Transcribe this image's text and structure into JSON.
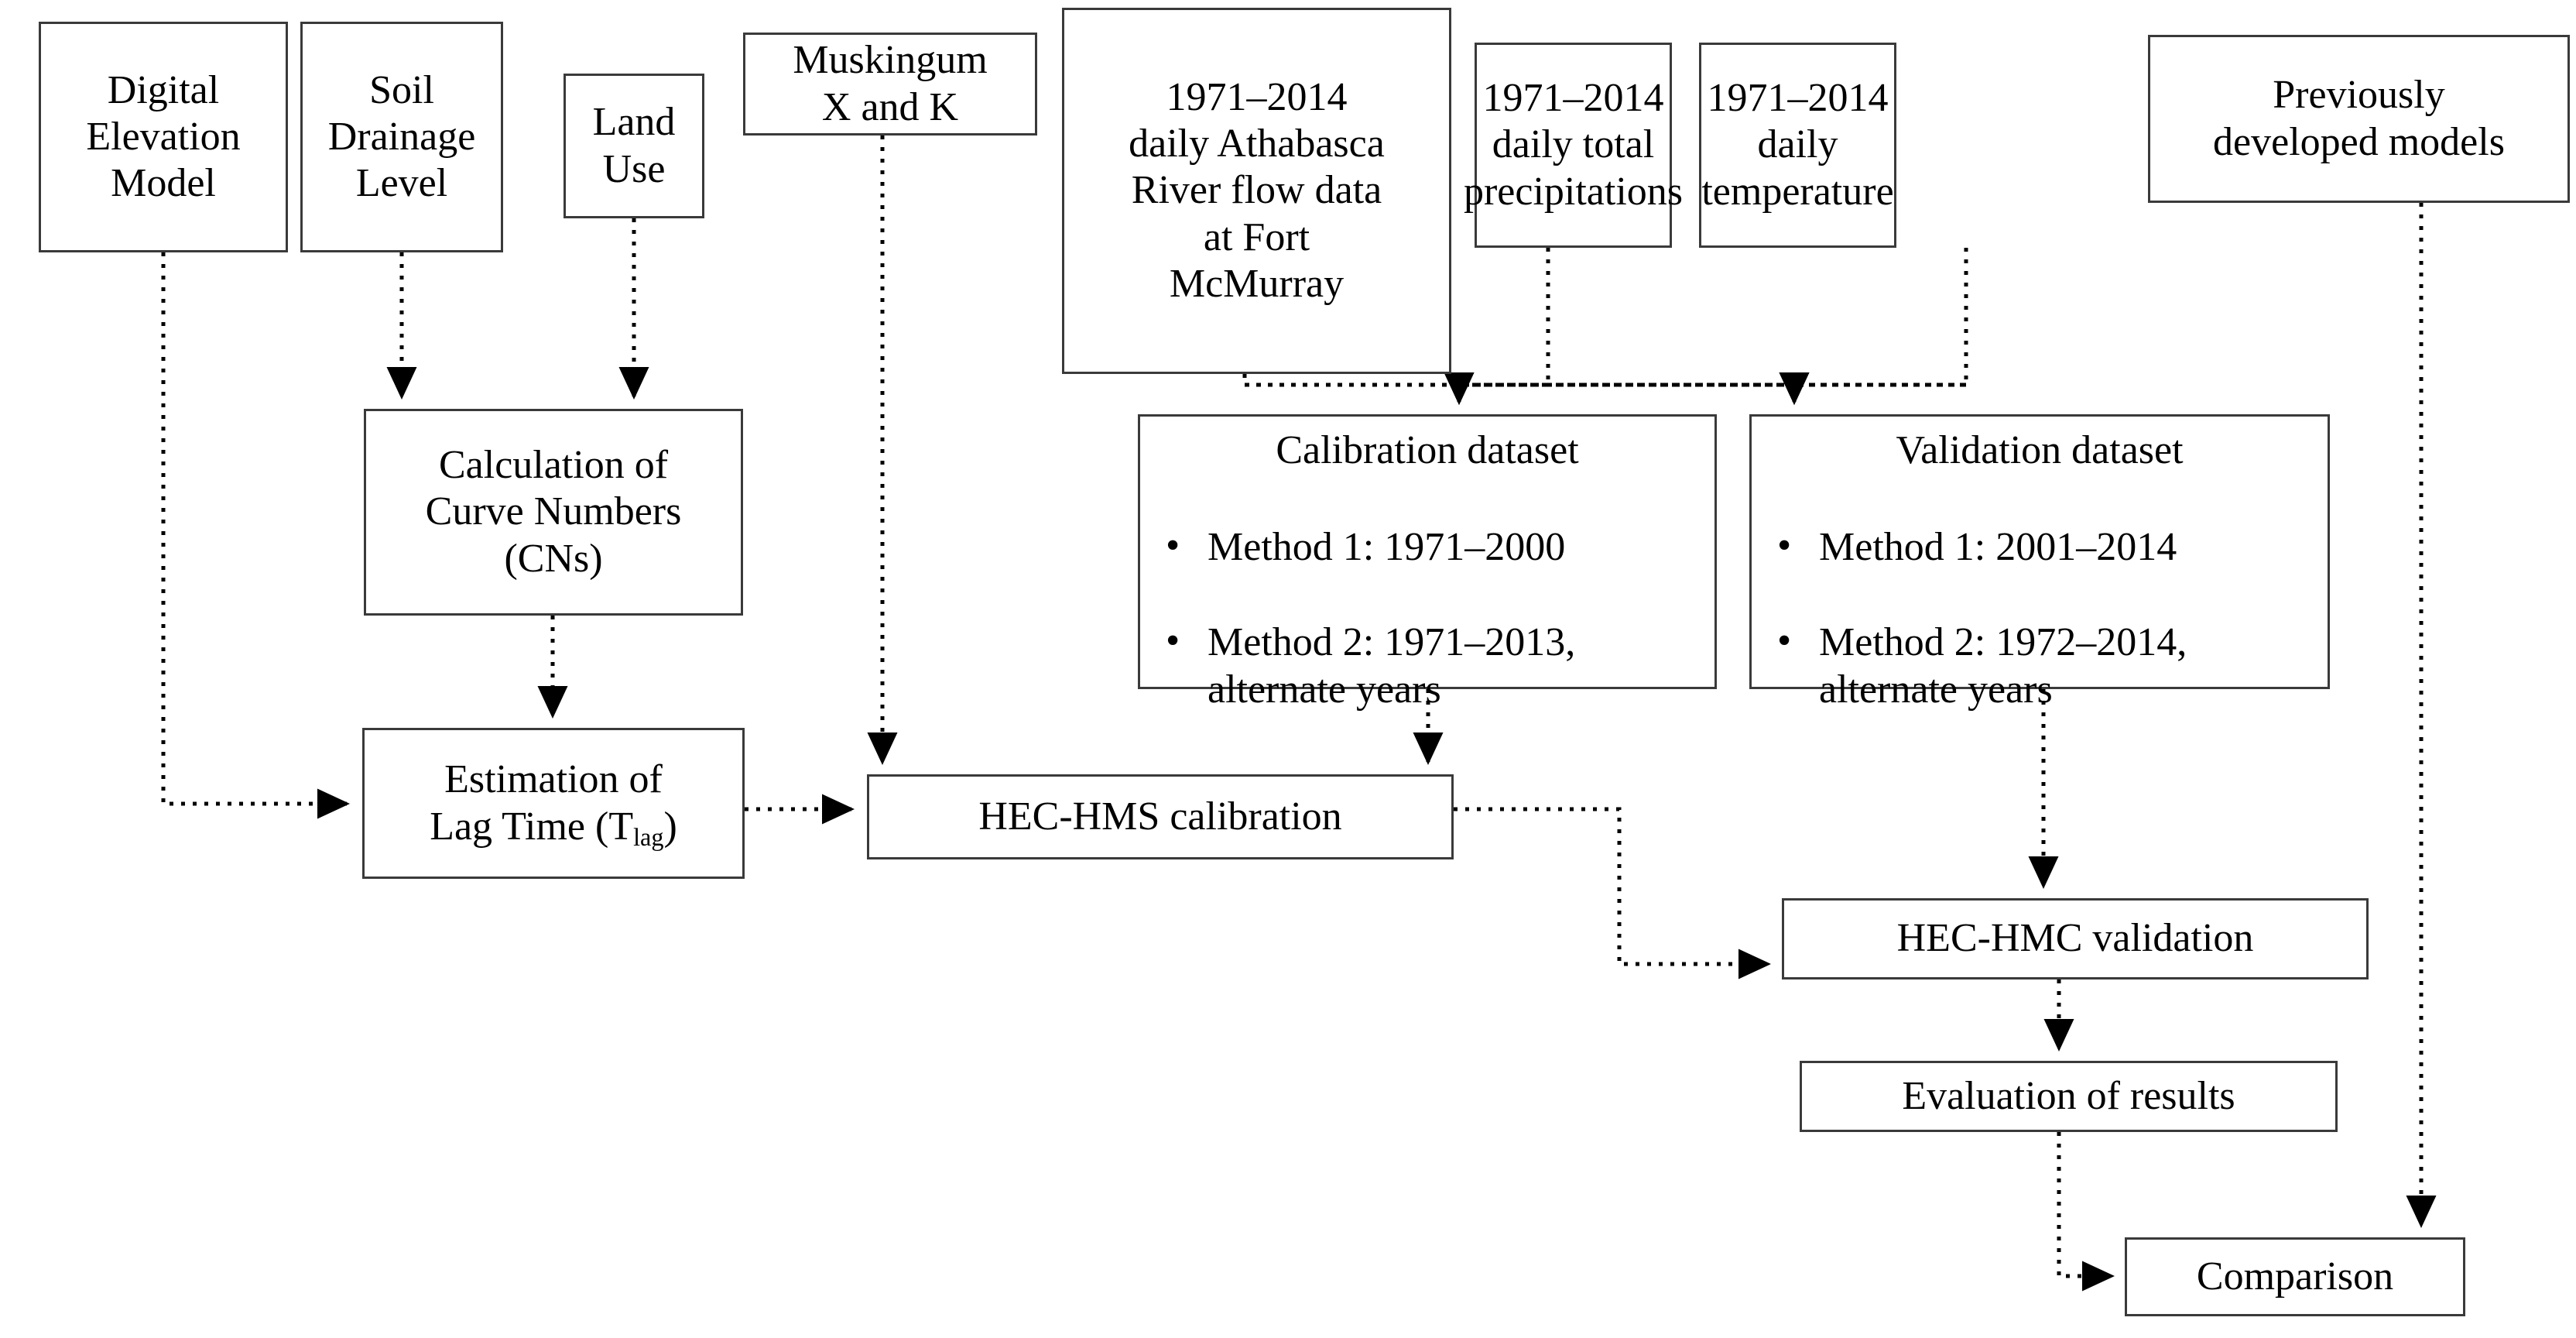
{
  "diagram": {
    "title": "HEC-HMS hydrological modelling methodology flowchart",
    "edge_style": "dotted",
    "edge_color": "#000000",
    "box_border_color": "#3a3a3a",
    "background": "#ffffff"
  },
  "nodes": {
    "dem": {
      "label": "Digital\nElevation\nModel"
    },
    "soil_drainage": {
      "label": "Soil\nDrainage\nLevel"
    },
    "land_use": {
      "label": "Land\nUse"
    },
    "muskingum": {
      "label": "Muskingum\nX and K"
    },
    "athabasca_flow": {
      "label": "1971–2014\ndaily Athabasca\nRiver flow data\nat Fort\nMcMurray"
    },
    "precipitation": {
      "label": "1971–2014\ndaily total\nprecipitations"
    },
    "temperature": {
      "label": "1971–2014\ndaily\ntemperature"
    },
    "previous_models": {
      "label": "Previously\ndeveloped models"
    },
    "curve_numbers": {
      "label": "Calculation of\nCurve Numbers\n(CNs)"
    },
    "lag_time": {
      "label_prefix": "Estimation of\nLag Time (T",
      "label_sub": "lag",
      "label_suffix": ")"
    },
    "calibration_dataset": {
      "title": "Calibration dataset",
      "bullets": [
        "Method 1: 1971–2000",
        "Method 2: 1971–2013, alternate years"
      ]
    },
    "validation_dataset": {
      "title": "Validation dataset",
      "bullets": [
        "Method 1: 2001–2014",
        "Method 2: 1972–2014, alternate years"
      ]
    },
    "hec_hms_calibration": {
      "label": "HEC-HMS calibration"
    },
    "hec_hmc_validation": {
      "label": "HEC-HMC validation"
    },
    "evaluation": {
      "label": "Evaluation of results"
    },
    "comparison": {
      "label": "Comparison"
    }
  },
  "edges": [
    {
      "from": "dem",
      "to": "lag_time"
    },
    {
      "from": "soil_drainage",
      "to": "curve_numbers"
    },
    {
      "from": "land_use",
      "to": "curve_numbers"
    },
    {
      "from": "curve_numbers",
      "to": "lag_time"
    },
    {
      "from": "muskingum",
      "to": "hec_hms_calibration"
    },
    {
      "from": "athabasca_flow",
      "to": "calibration_dataset"
    },
    {
      "from": "athabasca_flow",
      "to": "validation_dataset"
    },
    {
      "from": "precipitation",
      "to": "calibration_dataset"
    },
    {
      "from": "precipitation",
      "to": "validation_dataset"
    },
    {
      "from": "temperature",
      "to": "calibration_dataset"
    },
    {
      "from": "temperature",
      "to": "validation_dataset"
    },
    {
      "from": "lag_time",
      "to": "hec_hms_calibration"
    },
    {
      "from": "calibration_dataset",
      "to": "hec_hms_calibration"
    },
    {
      "from": "validation_dataset",
      "to": "hec_hmc_validation"
    },
    {
      "from": "hec_hms_calibration",
      "to": "hec_hmc_validation"
    },
    {
      "from": "hec_hmc_validation",
      "to": "evaluation"
    },
    {
      "from": "evaluation",
      "to": "comparison"
    },
    {
      "from": "previous_models",
      "to": "comparison"
    }
  ]
}
